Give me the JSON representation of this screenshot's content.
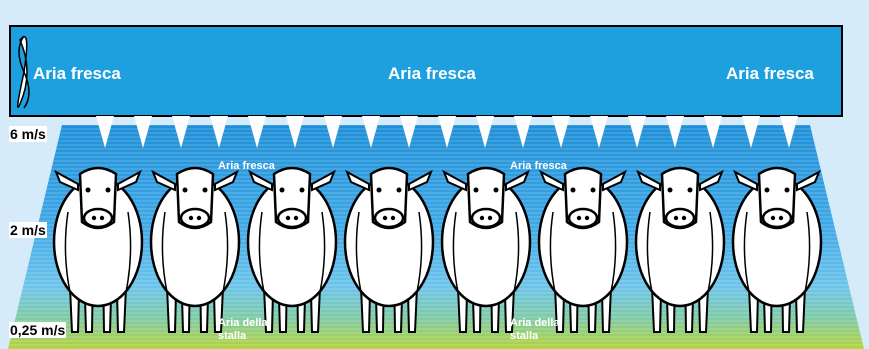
{
  "duct": {
    "labels": [
      "Aria fresca",
      "Aria fresca",
      "Aria fresca"
    ]
  },
  "speeds": {
    "top": "6 m/s",
    "middle": "2 m/s",
    "bottom": "0,25 m/s"
  },
  "airflow": {
    "fresh_labels": [
      "Aria fresca",
      "Aria fresca"
    ],
    "stable_labels": [
      "Aria della stalla",
      "Aria della stalla"
    ]
  },
  "colors": {
    "sky": "#d6ebfa",
    "duct": "#1fa0de",
    "air_top": "#1e8fd8",
    "air_mid": "#55b6ec",
    "air_low": "#8fd0a4",
    "ground": "#a8cc3c",
    "cow_body": "#ffffff",
    "outline": "#000000"
  },
  "counts": {
    "cows": 8
  }
}
